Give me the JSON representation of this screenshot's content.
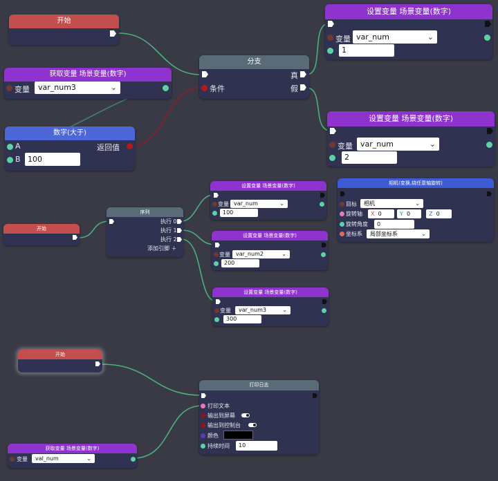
{
  "colors": {
    "canvas": "#3a3a46",
    "node_body": "#2f3250",
    "header_event": "#c34e4e",
    "header_set": "#8f33cf",
    "header_math": "#4d67d6",
    "header_flow": "#5a6b78",
    "header_camera": "#3e5bd6",
    "wire_exec": "#4caf7d",
    "wire_data": "#3f7d80",
    "wire_bool": "#8a1f26"
  },
  "n1": {
    "title": "开始"
  },
  "n2": {
    "title": "获取变量 场景变量(数字)",
    "var_label": "变量",
    "var_value": "var_num3"
  },
  "n3": {
    "title": "数字(大于)",
    "a_label": "A",
    "b_label": "B",
    "b_value": "100",
    "out_label": "返回值"
  },
  "n4": {
    "title": "分支",
    "true_label": "真",
    "false_label": "假",
    "cond_label": "条件"
  },
  "n5": {
    "title": "设置变量 场景变量(数字)",
    "var_label": "变量",
    "var_value": "var_num",
    "value": "1"
  },
  "n6": {
    "title": "设置变量 场景变量(数字)",
    "var_label": "变量",
    "var_value": "var_num",
    "value": "2"
  },
  "n7": {
    "title": "开始"
  },
  "n8": {
    "title": "序列",
    "out0": "执行 0",
    "out1": "执行 1",
    "out2": "执行 2",
    "add_pin": "添加引脚 ＋"
  },
  "n9": {
    "title": "设置变量 场景变量(数字)",
    "var_label": "变量",
    "var_value": "var_num",
    "value": "100"
  },
  "n10": {
    "title": "设置变量 场景变量(数字)",
    "var_label": "变量",
    "var_value": "var_num2",
    "value": "200"
  },
  "n11": {
    "title": "设置变量 场景变量(数字)",
    "var_label": "变量",
    "var_value": "var_num3",
    "value": "300"
  },
  "n12": {
    "title": "相机(变换,绕任意轴旋转)",
    "target_label": "目标",
    "target_value": "相机",
    "axis_label": "旋转轴",
    "x_label": "X",
    "x_value": "0",
    "y_label": "Y",
    "y_value": "0",
    "z_label": "Z",
    "z_value": "0",
    "angle_label": "旋转角度",
    "angle_value": "0",
    "coord_label": "坐标系",
    "coord_value": "局部坐标系"
  },
  "n13": {
    "title": "开始"
  },
  "n14": {
    "title": "打印日志",
    "text_label": "打印文本",
    "screen_label": "输出到屏幕",
    "console_label": "输出到控制台",
    "color_label": "颜色",
    "duration_label": "持续时间",
    "duration_value": "10"
  },
  "n15": {
    "title": "获取变量 场景变量(数字)",
    "var_label": "变量",
    "var_value": "val_num"
  }
}
